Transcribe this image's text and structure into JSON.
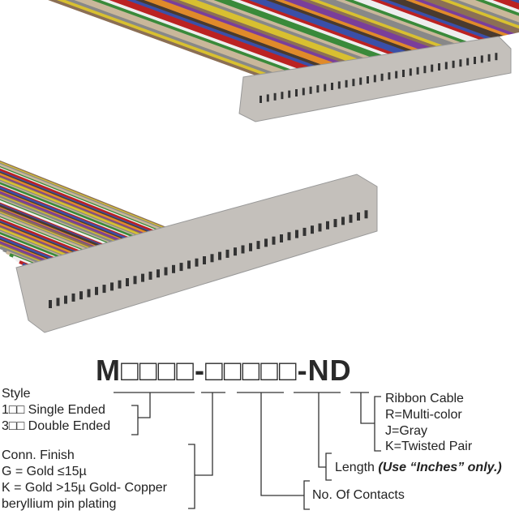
{
  "part_number": "M□□□□-□□□□□-ND",
  "style": {
    "title": "Style",
    "options": [
      "1□□ Single Ended",
      "3□□ Double Ended"
    ]
  },
  "conn_finish": {
    "title": "Conn. Finish",
    "lines": [
      "G = Gold ≤15µ",
      "K = Gold >15µ Gold- Copper",
      "beryllium pin plating"
    ]
  },
  "contacts": {
    "label": "No. Of Contacts"
  },
  "length": {
    "label": "Length",
    "note": "(Use “Inches” only.)"
  },
  "ribbon": {
    "title": "Ribbon Cable",
    "options": [
      "R=Multi-color",
      "J=Gray",
      "K=Twisted Pair"
    ]
  },
  "colors": {
    "wire_colors": [
      "#8b6f55",
      "#c9b79a",
      "#b22",
      "#e08a2a",
      "#d8c030",
      "#3a8a3a",
      "#3a4fa8",
      "#7a3e9a",
      "#888",
      "#eee",
      "#4a3a2e"
    ],
    "connector": "#bdb8b2"
  }
}
